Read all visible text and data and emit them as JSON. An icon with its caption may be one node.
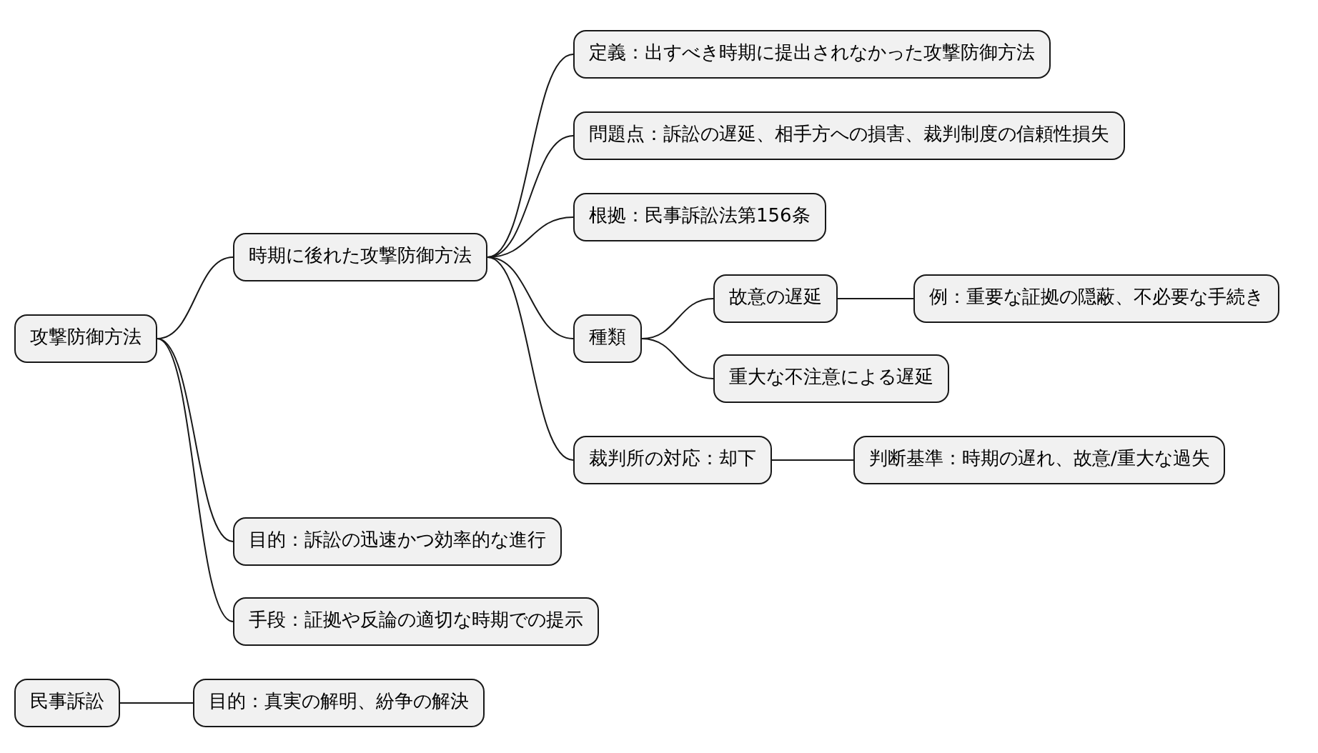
{
  "diagram": {
    "nodes": [
      {
        "text": [
          "攻撃防御方法"
        ]
      },
      {
        "text": [
          "時期に後れた攻撃防御方法"
        ]
      },
      {
        "text": [
          "定義：出すべき時期に提出されなかった攻撃防御方法"
        ]
      },
      {
        "text": [
          "問題点：訴訟の遅延、相手方への損害、裁判制度の信頼性損失"
        ]
      },
      {
        "text": [
          "根拠：民事訴訟法第156条"
        ]
      },
      {
        "text": [
          "種類"
        ]
      },
      {
        "text": [
          "故意の遅延"
        ]
      },
      {
        "text": [
          "例：重要な証拠の隠蔽、不必要な手続き"
        ]
      },
      {
        "text": [
          "重大な不注意による遅延"
        ]
      },
      {
        "text": [
          "裁判所の対応：却下"
        ]
      },
      {
        "text": [
          "判断基準：時期の遅れ、故意/重大な過失"
        ]
      },
      {
        "text": [
          "目的：訴訟の迅速かつ効率的な進行"
        ]
      },
      {
        "text": [
          "手段：証拠や反論の適切な時期での提示"
        ]
      },
      {
        "text": [
          "民事訴訟"
        ]
      },
      {
        "text": [
          "目的：真実の解明、紛争の解決"
        ]
      }
    ],
    "edges": [
      {
        "from": 0,
        "to": 1,
        "arrow": "none"
      },
      {
        "from": 1,
        "to": 2,
        "arrow": "none"
      },
      {
        "from": 1,
        "to": 3,
        "arrow": "none"
      },
      {
        "from": 1,
        "to": 4,
        "arrow": "none"
      },
      {
        "from": 1,
        "to": 5,
        "arrow": "none"
      },
      {
        "from": 5,
        "to": 6,
        "arrow": "none"
      },
      {
        "from": 6,
        "to": 7,
        "arrow": "none"
      },
      {
        "from": 5,
        "to": 8,
        "arrow": "none"
      },
      {
        "from": 1,
        "to": 9,
        "arrow": "none"
      },
      {
        "from": 9,
        "to": 10,
        "arrow": "none"
      },
      {
        "from": 0,
        "to": 11,
        "arrow": "none"
      },
      {
        "from": 0,
        "to": 12,
        "arrow": "none"
      },
      {
        "from": 13,
        "to": 14,
        "arrow": "none"
      }
    ]
  }
}
